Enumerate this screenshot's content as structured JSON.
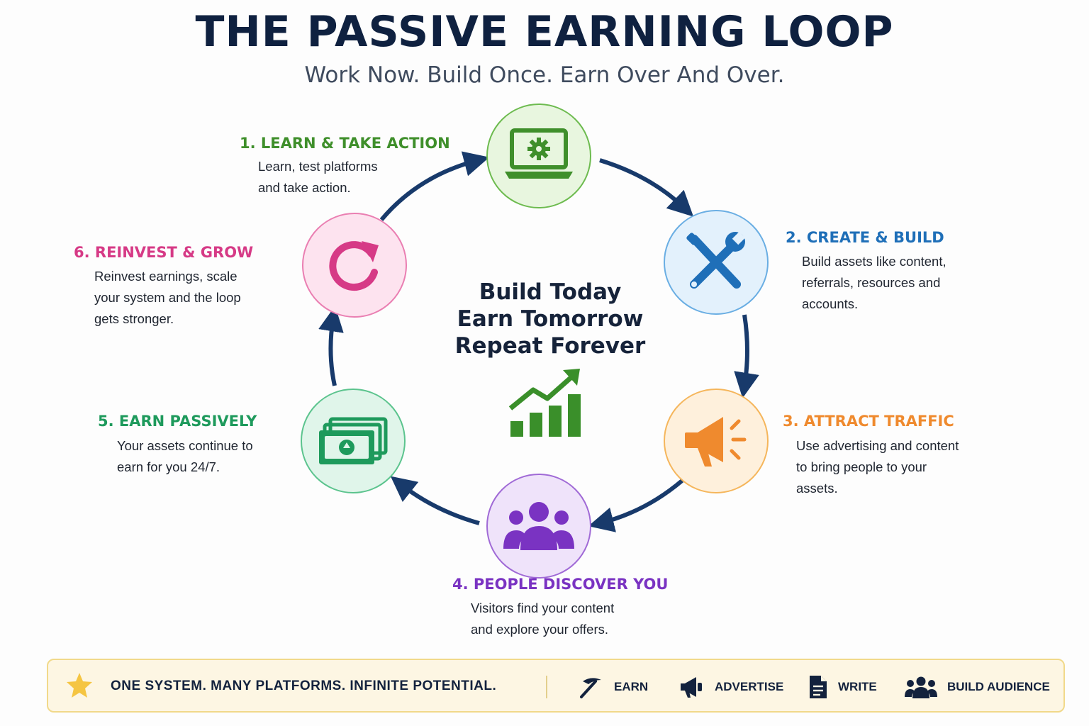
{
  "header": {
    "title": "THE PASSIVE EARNING LOOP",
    "subtitle": "Work Now. Build Once. Earn Over And Over."
  },
  "steps": [
    {
      "title": "1. LEARN & TAKE ACTION",
      "desc": [
        "Learn, test platforms",
        "and take action."
      ],
      "icon": "laptop-gear-icon",
      "color": "#3f8f2b",
      "fill": "#e8f6df",
      "border": "#6dbb4f"
    },
    {
      "title": "2. CREATE & BUILD",
      "desc": [
        "Build assets like content,",
        "referrals, resources and",
        "accounts."
      ],
      "icon": "tools-icon",
      "color": "#1f6fb8",
      "fill": "#e3f1fc",
      "border": "#6aaee3"
    },
    {
      "title": "3. ATTRACT TRAFFIC",
      "desc": [
        "Use advertising and content",
        "to bring people to your",
        "assets."
      ],
      "icon": "megaphone-icon",
      "color": "#ef8a2e",
      "fill": "#fef0dc",
      "border": "#f5b65c"
    },
    {
      "title": "4. PEOPLE DISCOVER YOU",
      "desc": [
        "Visitors find your content",
        "and explore your offers."
      ],
      "icon": "people-icon",
      "color": "#7a33c2",
      "fill": "#efe3fa",
      "border": "#a06ad6"
    },
    {
      "title": "5. EARN PASSIVELY",
      "desc": [
        "Your assets continue to",
        "earn for you 24/7."
      ],
      "icon": "money-icon",
      "color": "#1e9a5c",
      "fill": "#e0f5ea",
      "border": "#5cc48e"
    },
    {
      "title": "6. REINVEST & GROW",
      "desc": [
        "Reinvest earnings, scale",
        "your system and the loop",
        "gets stronger."
      ],
      "icon": "refresh-icon",
      "color": "#d63a86",
      "fill": "#fde3ef",
      "border": "#ea7fb2"
    }
  ],
  "center": {
    "lines": [
      "Build Today",
      "Earn Tomorrow",
      "Repeat Forever"
    ],
    "icon": "growth-chart-icon"
  },
  "banner": {
    "tagline": "ONE SYSTEM. MANY PLATFORMS. INFINITE POTENTIAL.",
    "items": [
      {
        "label": "EARN",
        "icon": "pickaxe-icon"
      },
      {
        "label": "ADVERTISE",
        "icon": "megaphone-icon"
      },
      {
        "label": "WRITE",
        "icon": "document-icon"
      },
      {
        "label": "BUILD AUDIENCE",
        "icon": "audience-icon"
      }
    ]
  },
  "colors": {
    "title": "#0f2140",
    "arrow": "#183a6b",
    "banner_bg": "#fdf6e3",
    "banner_border": "#f1d98a",
    "star": "#f5c542",
    "chart": "#3a8f2a"
  }
}
